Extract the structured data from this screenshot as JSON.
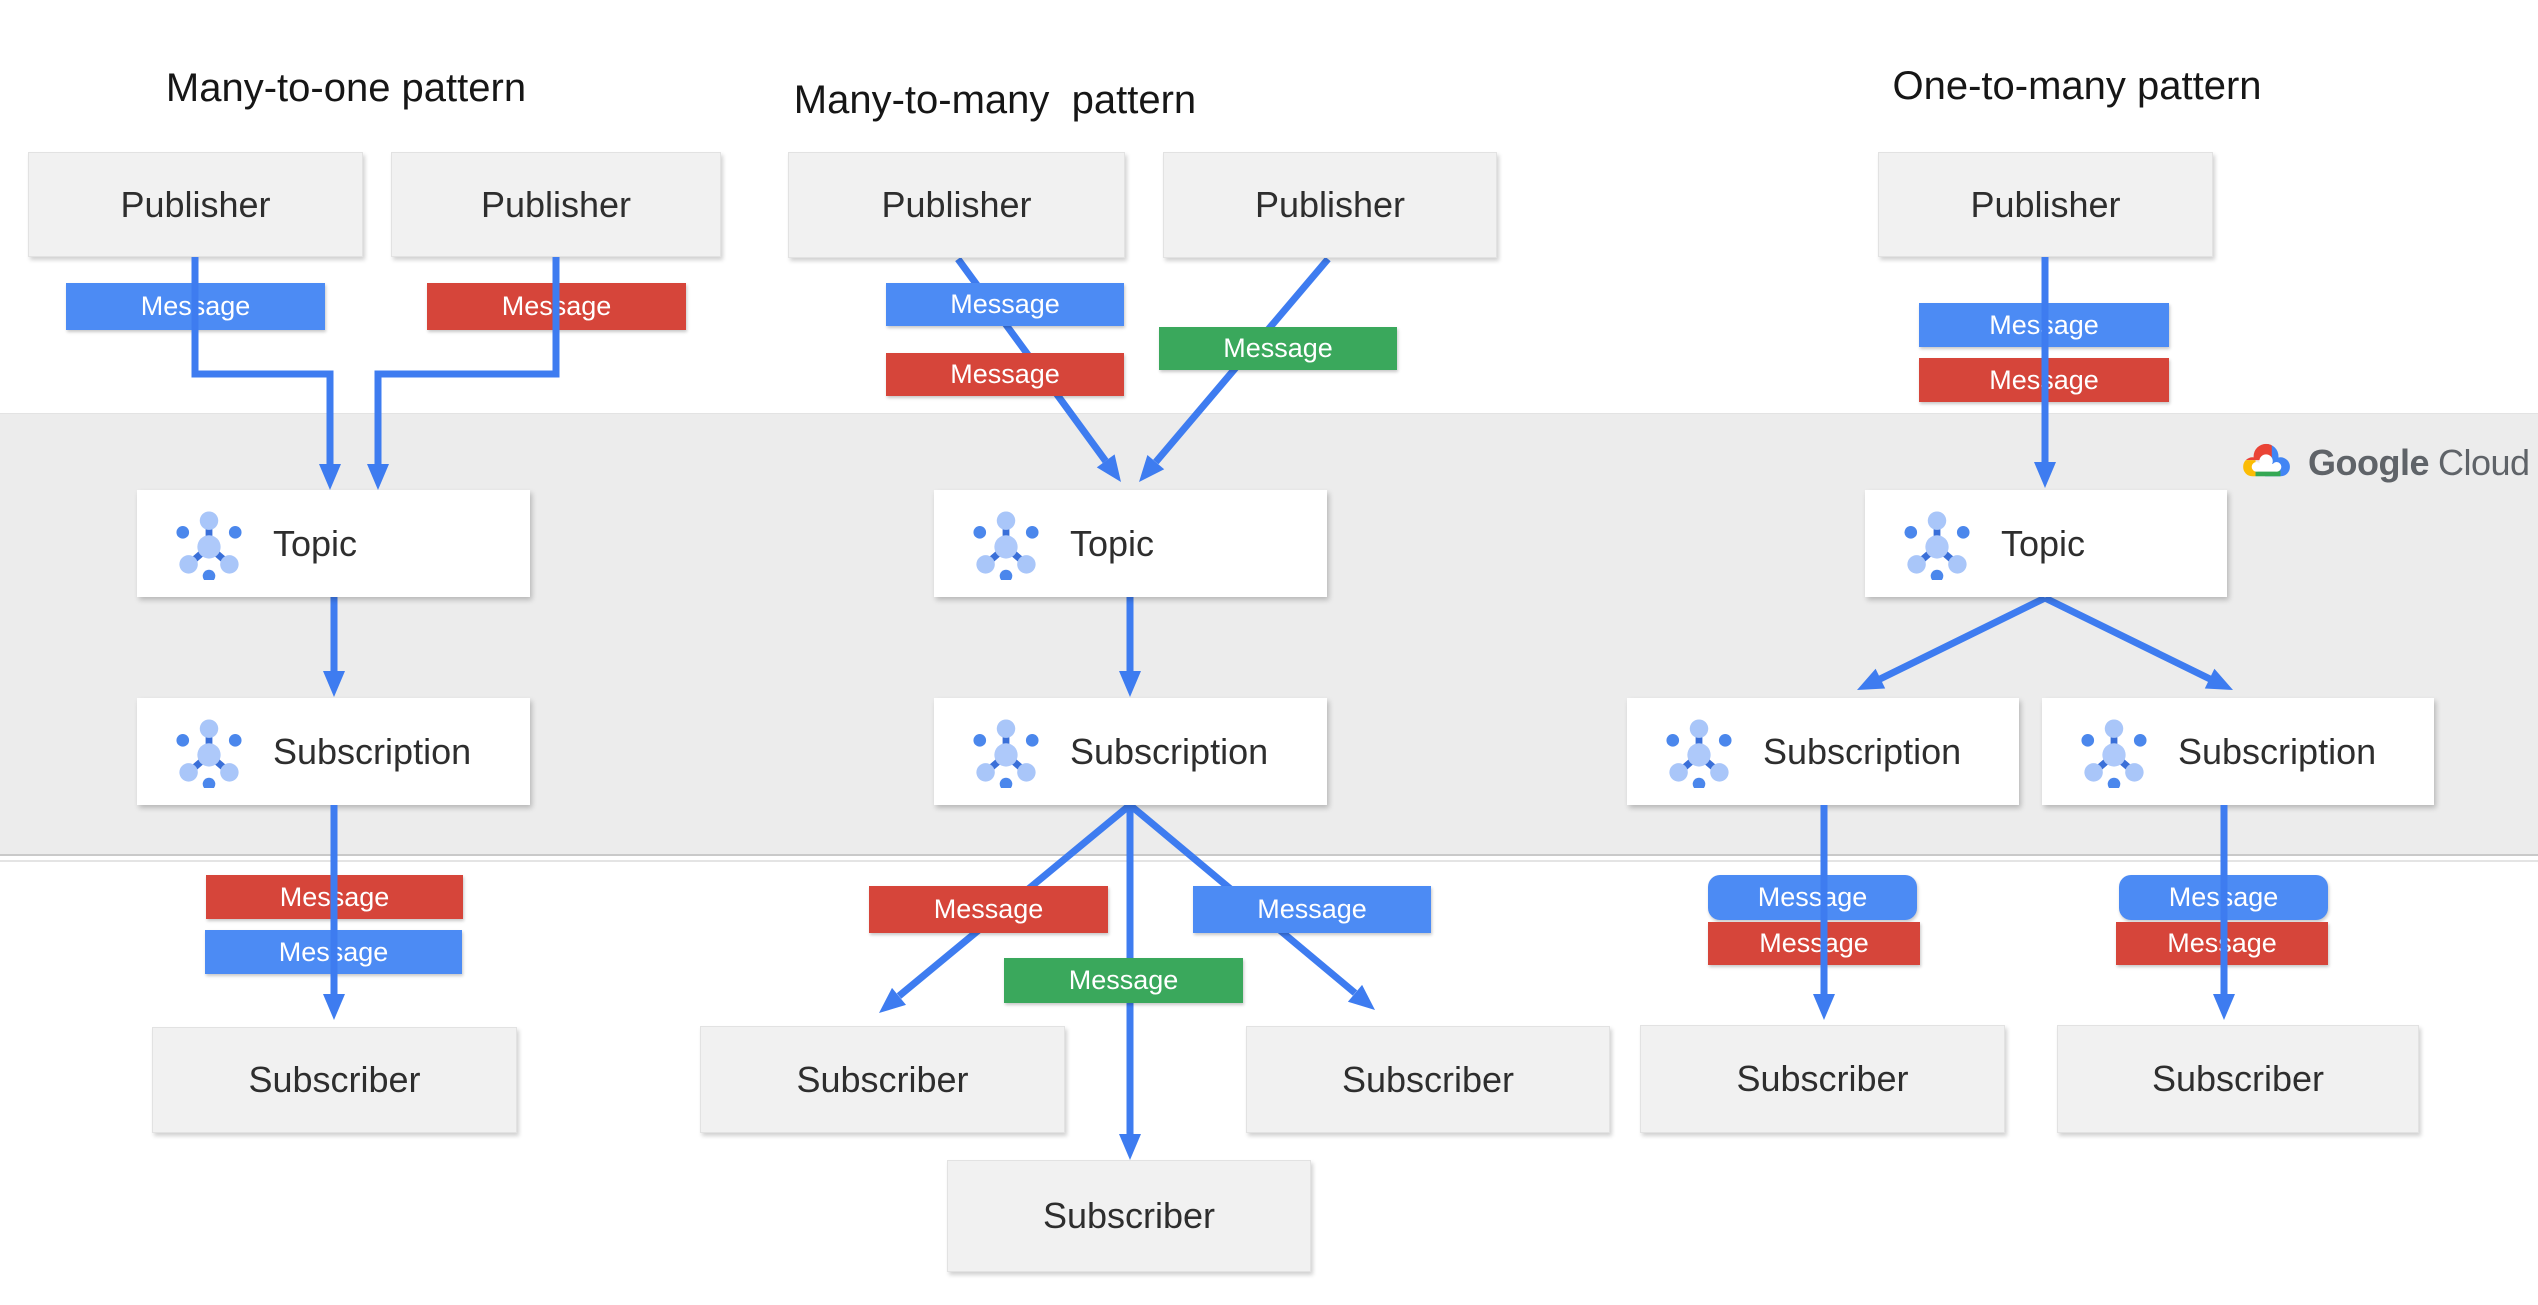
{
  "diagram": {
    "patterns": [
      {
        "title": "Many-to-one pattern",
        "publishers": [
          "Publisher",
          "Publisher"
        ],
        "topic": "Topic",
        "subscriptions": [
          "Subscription"
        ],
        "subscribers": [
          "Subscriber"
        ],
        "messages": [
          {
            "label": "Message",
            "color": "blue"
          },
          {
            "label": "Message",
            "color": "red"
          },
          {
            "label": "Message",
            "color": "red"
          },
          {
            "label": "Message",
            "color": "blue"
          }
        ]
      },
      {
        "title": "Many-to-many  pattern",
        "publishers": [
          "Publisher",
          "Publisher"
        ],
        "topic": "Topic",
        "subscriptions": [
          "Subscription"
        ],
        "subscribers": [
          "Subscriber",
          "Subscriber",
          "Subscriber"
        ],
        "messages": [
          {
            "label": "Message",
            "color": "blue"
          },
          {
            "label": "Message",
            "color": "red"
          },
          {
            "label": "Message",
            "color": "green"
          },
          {
            "label": "Message",
            "color": "red"
          },
          {
            "label": "Message",
            "color": "green"
          },
          {
            "label": "Message",
            "color": "blue"
          }
        ]
      },
      {
        "title": "One-to-many pattern",
        "publishers": [
          "Publisher"
        ],
        "topic": "Topic",
        "subscriptions": [
          "Subscription",
          "Subscription"
        ],
        "subscribers": [
          "Subscriber",
          "Subscriber"
        ],
        "messages": [
          {
            "label": "Message",
            "color": "blue"
          },
          {
            "label": "Message",
            "color": "red"
          },
          {
            "label": "Message",
            "color": "blue"
          },
          {
            "label": "Message",
            "color": "red"
          },
          {
            "label": "Message",
            "color": "blue"
          },
          {
            "label": "Message",
            "color": "red"
          }
        ]
      }
    ],
    "branding": {
      "google": "Google",
      "cloud": "Cloud"
    },
    "colors": {
      "message_blue": "#4c8bf4",
      "message_red": "#d6453a",
      "message_green": "#3aa85c",
      "arrow_blue": "#3e7cf0",
      "band_background": "#ececec",
      "icon_light_blue": "#a9c6f9",
      "icon_medium_blue": "#4b87ec",
      "icon_dark_blue": "#3a6fd8",
      "logo_red": "#ea4335",
      "logo_yellow": "#fbbc05",
      "logo_green": "#34a853",
      "logo_blue": "#4285f4",
      "logo_text": "#5f6368"
    },
    "icons": {
      "topic": "pubsub-icon",
      "subscription": "pubsub-icon",
      "logo": "google-cloud-logo"
    }
  }
}
